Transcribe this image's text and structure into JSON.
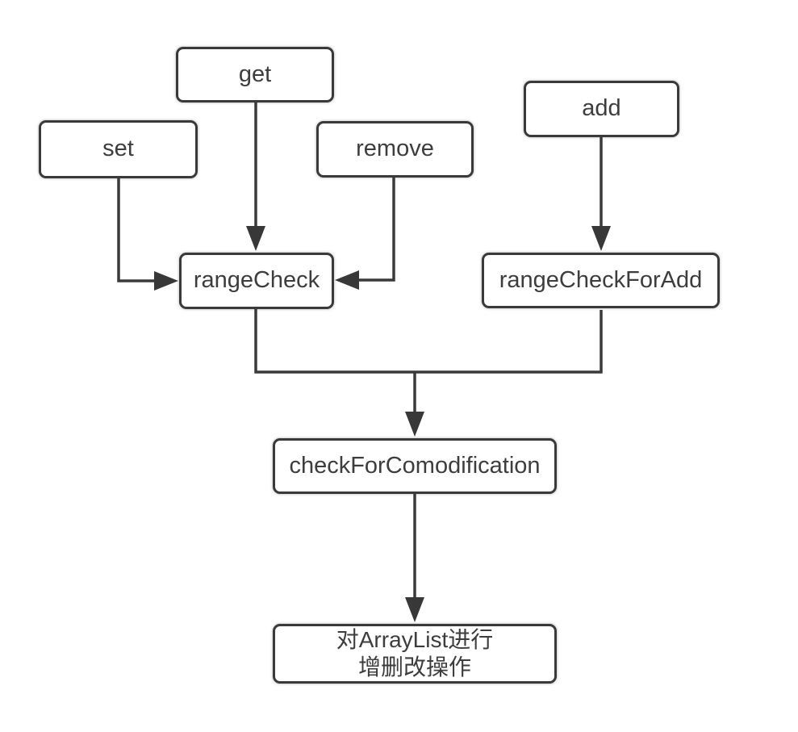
{
  "diagram": {
    "type": "flowchart",
    "description": "ArrayList method call flow: get/set/remove go through rangeCheck, add goes through rangeCheckForAdd, both merge into checkForComodification, which leads to performing add/delete/modify operations on the ArrayList",
    "nodes": {
      "get": {
        "label": "get"
      },
      "set": {
        "label": "set"
      },
      "remove": {
        "label": "remove"
      },
      "add": {
        "label": "add"
      },
      "range_check": {
        "label": "rangeCheck"
      },
      "range_check_for_add": {
        "label": "rangeCheckForAdd"
      },
      "check_for_comodification": {
        "label": "checkForComodification"
      },
      "arraylist_ops": {
        "line1": "对ArrayList进行",
        "line2": "增删改操作"
      }
    },
    "edges": [
      {
        "from": "get",
        "to": "rangeCheck"
      },
      {
        "from": "set",
        "to": "rangeCheck"
      },
      {
        "from": "remove",
        "to": "rangeCheck"
      },
      {
        "from": "add",
        "to": "rangeCheckForAdd"
      },
      {
        "from": "rangeCheck",
        "to": "checkForComodification"
      },
      {
        "from": "rangeCheckForAdd",
        "to": "checkForComodification"
      },
      {
        "from": "checkForComodification",
        "to": "对ArrayList进行增删改操作"
      }
    ],
    "colors": {
      "background": "#ffffff",
      "line": "#3a3a3a",
      "box_border": "#3a3a3a",
      "box_fill": "#ffffff",
      "text": "#3d3d3d"
    }
  }
}
